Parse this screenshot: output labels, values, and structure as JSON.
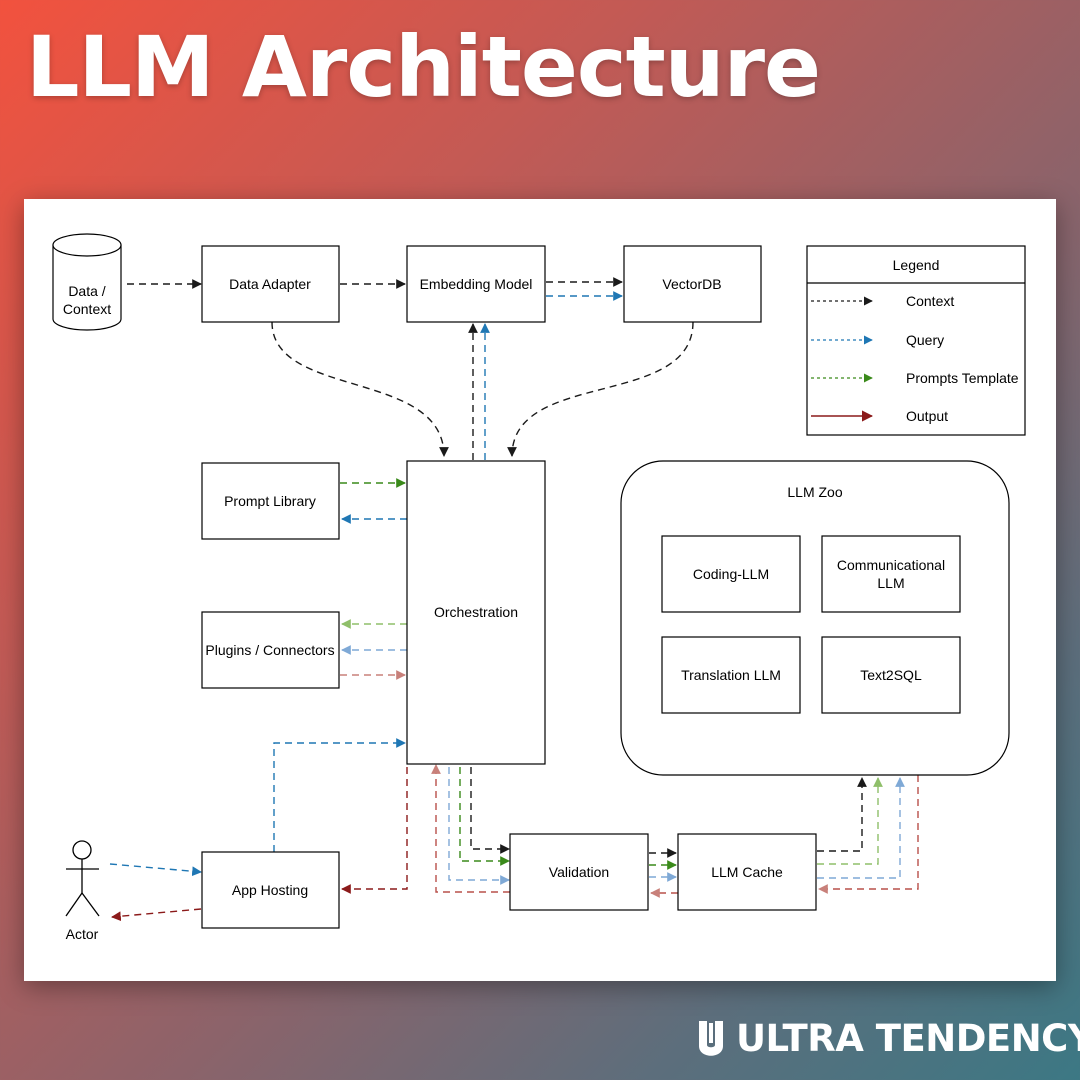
{
  "title": "LLM Architecture",
  "brand": {
    "name": "ULTRA TENDENCY",
    "logo_icon": "u-logo-icon"
  },
  "colors": {
    "context": "#1a1a1a",
    "query": "#1f77b4",
    "prompts": "#3a8a1a",
    "output": "#8b1a1a"
  },
  "diagram": {
    "data_store": [
      "Data /",
      "Context"
    ],
    "data_adapter": "Data Adapter",
    "embedding_model": "Embedding Model",
    "vectordb": "VectorDB",
    "prompt_library": "Prompt Library",
    "plugins": "Plugins / Connectors",
    "orchestration": "Orchestration",
    "app_hosting": "App Hosting",
    "actor": "Actor",
    "validation": "Validation",
    "llm_cache": "LLM Cache",
    "llm_zoo": {
      "title": "LLM Zoo",
      "coding": "Coding-LLM",
      "communicational": [
        "Communicational",
        "LLM"
      ],
      "translation": "Translation LLM",
      "text2sql": "Text2SQL"
    }
  },
  "legend": {
    "title": "Legend",
    "items": [
      "Context",
      "Query",
      "Prompts Template",
      "Output"
    ]
  }
}
